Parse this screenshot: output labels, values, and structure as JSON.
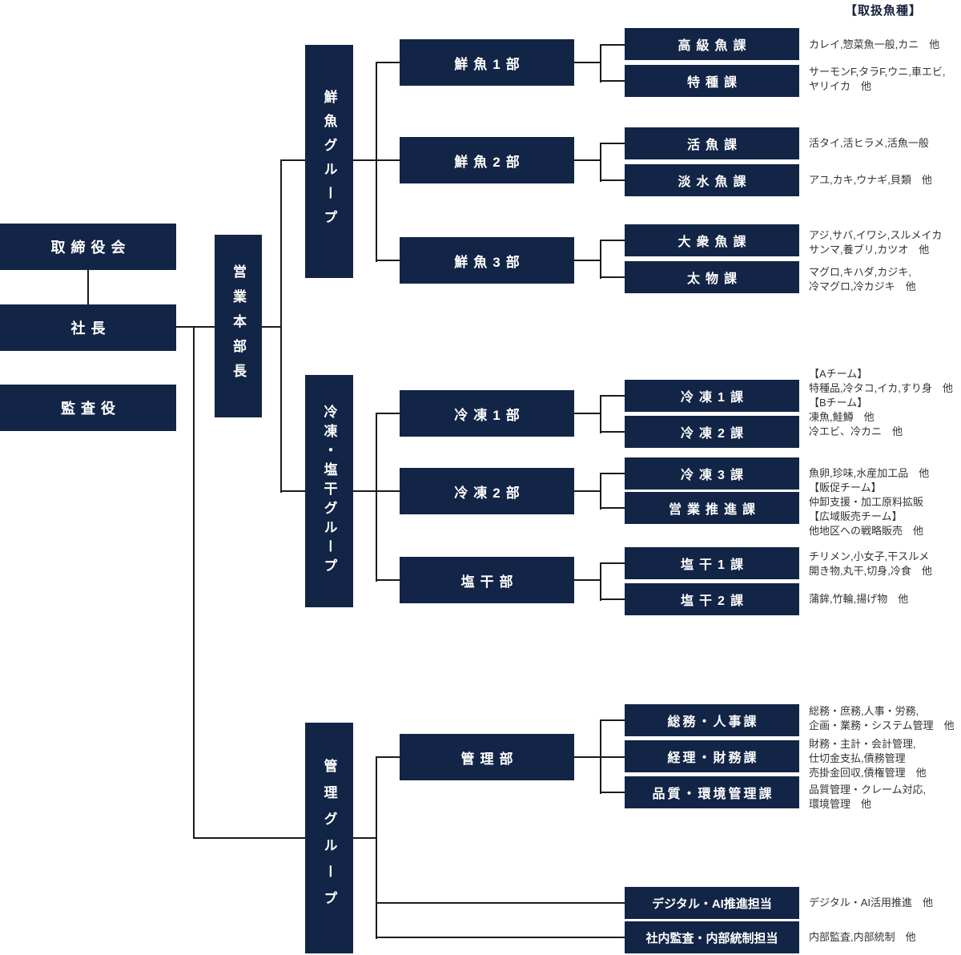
{
  "legend_title": "【取扱魚種】",
  "colors": {
    "box_navy": "#132546",
    "line_black": "#1b1b1b",
    "note_text": "#333333"
  },
  "executives": {
    "board": "取締役会",
    "president": "社長",
    "auditor": "監査役",
    "sales_director": "営業本部長"
  },
  "groups": {
    "fresh": "鮮魚グループ",
    "frozen": "冷凍・塩干グループ",
    "admin": "管理グループ"
  },
  "departments": {
    "fresh1": "鮮魚1部",
    "fresh2": "鮮魚2部",
    "fresh3": "鮮魚3部",
    "frozen1": "冷凍1部",
    "frozen2": "冷凍2部",
    "salted": "塩干部",
    "admin": "管理部"
  },
  "sections": [
    {
      "label": "高級魚課",
      "note": "カレイ,惣菜魚一般,カニ　他"
    },
    {
      "label": "特種課",
      "note": "サーモンF,タラF,ウニ,車エビ,\nヤリイカ　他"
    },
    {
      "label": "活魚課",
      "note": "活タイ,活ヒラメ,活魚一般"
    },
    {
      "label": "淡水魚課",
      "note": "アユ,カキ,ウナギ,貝類　他"
    },
    {
      "label": "大衆魚課",
      "note": "アジ,サバ,イワシ,スルメイカ\nサンマ,養ブリ,カツオ　他"
    },
    {
      "label": "太物課",
      "note": "マグロ,キハダ,カジキ,\n冷マグロ,冷カジキ　他"
    },
    {
      "label": "冷凍1課",
      "note": "【Aチーム】\n特種品,冷タコ,イカ,すり身　他\n【Bチーム】\n凍魚,鮭鱒　他"
    },
    {
      "label": "冷凍2課",
      "note": "冷エビ、冷カニ　他"
    },
    {
      "label": "冷凍3課",
      "note": "魚卵,珍味,水産加工品　他"
    },
    {
      "label": "営業推進課",
      "note": "【販促チーム】\n仲卸支援・加工原料拡販\n【広域販売チーム】\n他地区への戦略販売　他"
    },
    {
      "label": "塩干1課",
      "note": "チリメン,小女子,干スルメ\n開き物,丸干,切身,冷食　他"
    },
    {
      "label": "塩干2課",
      "note": "蒲鉾,竹輪,揚げ物　他"
    },
    {
      "label": "総務・人事課",
      "note": "総務・庶務,人事・労務,\n企画・業務・システム管理　他"
    },
    {
      "label": "経理・財務課",
      "note": "財務・主計・会計管理,\n仕切金支払,債務管理\n売掛金回収,債権管理　他"
    },
    {
      "label": "品質・環境管理課",
      "note": "品質管理・クレーム対応,\n環境管理　他"
    },
    {
      "label": "デジタル・AI推進担当",
      "note": "デジタル・AI活用推進　他"
    },
    {
      "label": "社内監査・内部統制担当",
      "note": "内部監査,内部統制　他"
    }
  ]
}
